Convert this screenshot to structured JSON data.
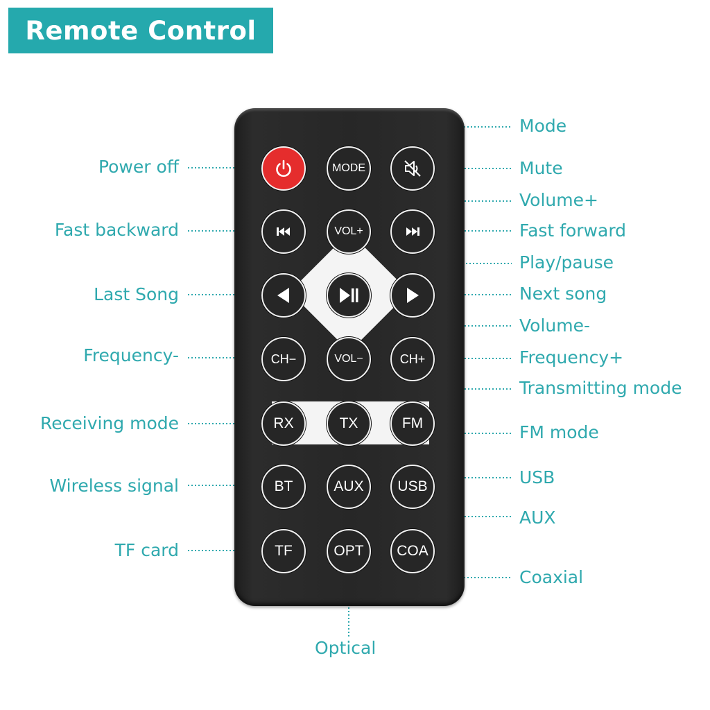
{
  "title": "Remote Control",
  "colors": {
    "accent": "#25a9ad",
    "label": "#2fa9ae",
    "remote_body": "#272727",
    "power_button": "#e52d2d"
  },
  "buttons": {
    "power": {
      "icon": "power-icon"
    },
    "mode": "MODE",
    "mute": {
      "icon": "mute-speaker-icon"
    },
    "fast_backward": {
      "icon": "skip-back-icon"
    },
    "vol_plus": "VOL+",
    "fast_forward": {
      "icon": "skip-forward-icon"
    },
    "last_song": {
      "icon": "triangle-left-icon"
    },
    "play_pause": {
      "icon": "play-pause-icon"
    },
    "next_song": {
      "icon": "triangle-right-icon"
    },
    "ch_minus": "CH−",
    "vol_minus": "VOL−",
    "ch_plus": "CH+",
    "rx": "RX",
    "tx": "TX",
    "fm": "FM",
    "bt": "BT",
    "aux": "AUX",
    "usb": "USB",
    "tf": "TF",
    "opt": "OPT",
    "coa": "COA"
  },
  "labels": {
    "mode": "Mode",
    "power_off": "Power off",
    "mute": "Mute",
    "volume_plus": "Volume+",
    "fast_backward": "Fast backward",
    "fast_forward": "Fast forward",
    "play_pause": "Play/pause",
    "last_song": "Last Song",
    "next_song": "Next song",
    "volume_minus": "Volume-",
    "frequency_minus": "Frequency-",
    "frequency_plus": "Frequency+",
    "transmitting_mode": "Transmitting mode",
    "receiving_mode": "Receiving mode",
    "fm_mode": "FM mode",
    "wireless_signal": "Wireless signal",
    "usb": "USB",
    "aux": "AUX",
    "tf_card": "TF card",
    "coaxial": "Coaxial",
    "optical": "Optical"
  }
}
